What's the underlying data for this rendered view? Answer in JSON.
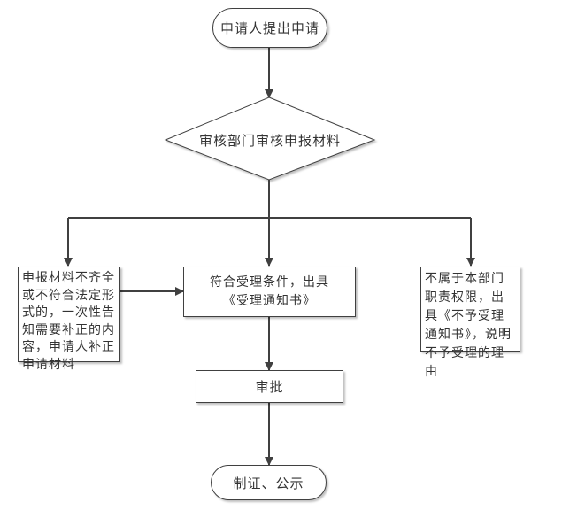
{
  "diagram": {
    "type": "flowchart",
    "nodes": {
      "start": {
        "shape": "terminal",
        "text": "申请人提出申请"
      },
      "review": {
        "shape": "decision",
        "text": "审核部门审核申报材料"
      },
      "supplement": {
        "shape": "process",
        "text": "申报材料不齐全或不符合法定形式的，一次性告知需要补正的内容，申请人补正申请材料"
      },
      "accept": {
        "shape": "process",
        "line1": "符合受理条件，出具",
        "line2": "《受理通知书》"
      },
      "reject": {
        "shape": "process",
        "text": "不属于本部门职责权限，出具《不予受理通知书》，说明不予受理的理由"
      },
      "approve": {
        "shape": "process",
        "text": "审批"
      },
      "end": {
        "shape": "terminal",
        "text": "制证、公示"
      }
    },
    "edges": [
      {
        "from": "start",
        "to": "review"
      },
      {
        "from": "review",
        "to": "supplement"
      },
      {
        "from": "review",
        "to": "accept"
      },
      {
        "from": "review",
        "to": "reject"
      },
      {
        "from": "supplement",
        "to": "accept"
      },
      {
        "from": "accept",
        "to": "approve"
      },
      {
        "from": "approve",
        "to": "end"
      }
    ],
    "colors": {
      "line": "#404040",
      "text": "#333333",
      "fill": "#ffffff"
    }
  }
}
